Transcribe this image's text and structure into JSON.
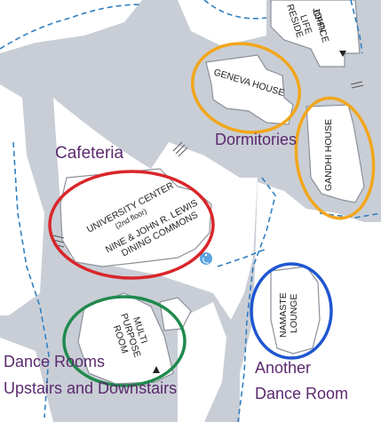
{
  "buildings": {
    "residence_life_office": [
      "JOHN",
      "RESIDE",
      "LIFE",
      "OFFICE"
    ],
    "geneva_house": "GENEVA HOUSE",
    "gandhi_house": "GANDHI HOUSE",
    "university_center": [
      "UNIVERSITY CENTER",
      "(2nd floor)",
      "NINE & JOHN R. LEWIS",
      "DINING COMMONS"
    ],
    "multi_purpose_room": [
      "MULTI",
      "PURPOSE",
      "ROOM"
    ],
    "namaste_lounge": [
      "NAMASTE",
      "LOUNGE"
    ]
  },
  "annotations": {
    "cafeteria": "Cafeteria",
    "dormitories": "Dormitories",
    "dance_rooms": [
      "Dance Rooms",
      "Upstairs and Downstairs"
    ],
    "another_dance_room": [
      "Another",
      "Dance Room"
    ]
  },
  "icons": {
    "accessibility": "accessibility-icon",
    "arrows": "arrow-icon"
  },
  "colors": {
    "path": "#c9ced6",
    "building": "#ffffff",
    "dash": "#2f7fc1",
    "red_circle": "#d9262b",
    "orange_circle": "#f2a61b",
    "green_circle": "#1f8a4d",
    "blue_circle": "#1f56d1",
    "annotation_text": "#5b2a6e"
  }
}
